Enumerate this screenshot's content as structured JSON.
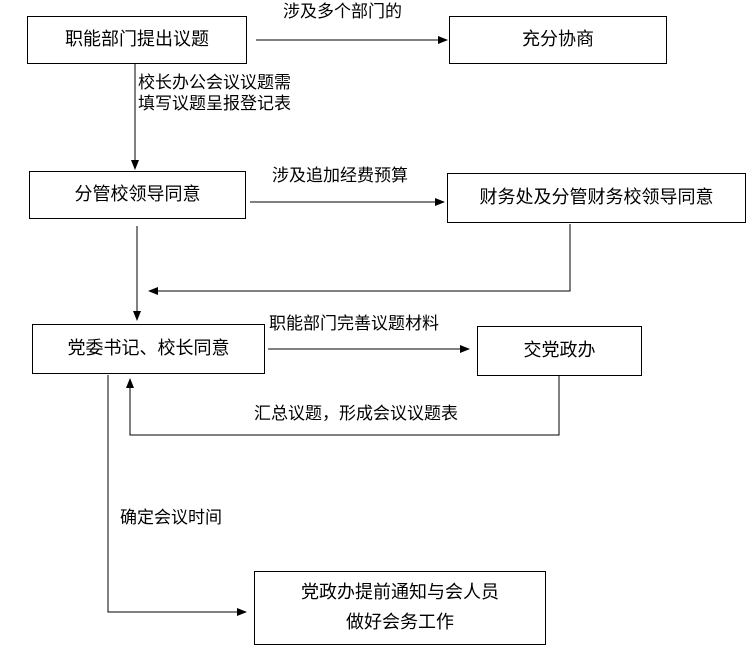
{
  "boxes": {
    "b1": "职能部门提出议题",
    "b2": "充分协商",
    "b3": "分管校领导同意",
    "b4": "财务处及分管财务校领导同意",
    "b5": "党委书记、校长同意",
    "b6": "交党政办",
    "b7_line1": "党政办提前通知与会人员",
    "b7_line2": "做好会务工作"
  },
  "labels": {
    "l1": "涉及多个部门的",
    "l2_line1": "校长办公会议议题需",
    "l2_line2": "填写议题呈报登记表",
    "l3": "涉及追加经费预算",
    "l4": "职能部门完善议题材料",
    "l5": "汇总议题，形成会议议题表",
    "l6": "确定会议时间"
  }
}
